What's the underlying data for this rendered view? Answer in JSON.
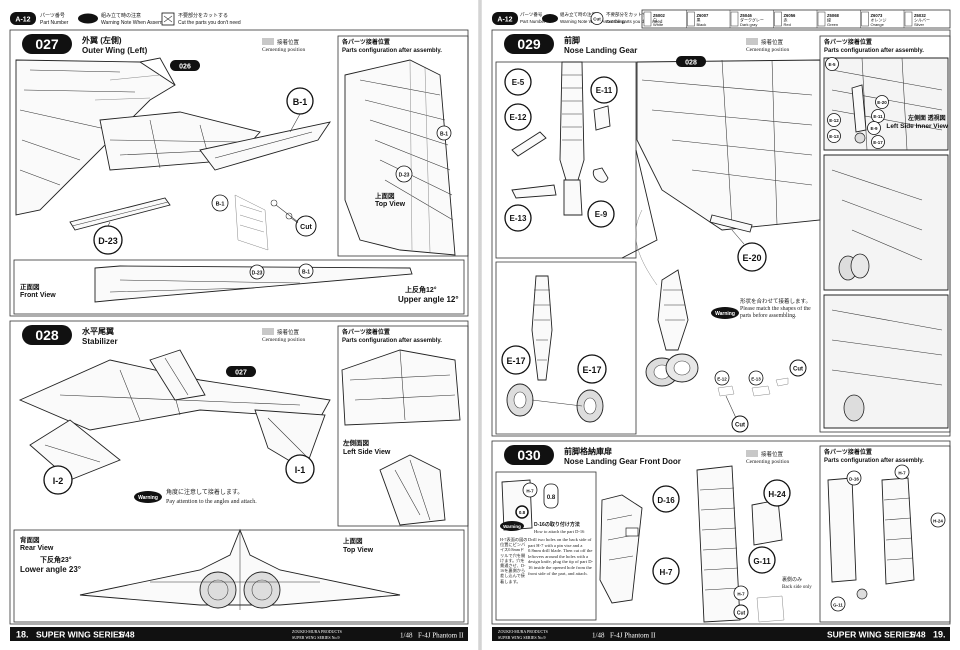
{
  "header_left": {
    "step_ref": "A-12",
    "legend": [
      {
        "jp": "パーツ番号",
        "en": "Part Number"
      },
      {
        "jp": "組み立て時の注意",
        "en": "Warning Note When Assembling"
      },
      {
        "jp": "不要部分をカットする",
        "en": "Cut the parts you don't need"
      }
    ]
  },
  "header_right": {
    "step_ref": "A-12",
    "legend": [
      {
        "jp": "パーツ番号",
        "en": "Part Number"
      },
      {
        "jp": "組み立て時の注意",
        "en": "Warning Note When Assembling"
      },
      {
        "jp": "不要部分をカットする",
        "en": "Cut the parts you don't need"
      }
    ],
    "icon_label": "Cut",
    "paint_chart": [
      {
        "code": "Z6002",
        "jp": "白",
        "en": "White"
      },
      {
        "code": "Z6007",
        "jp": "黒",
        "en": "Black"
      },
      {
        "code": "Z6046",
        "jp": "ダークグレー",
        "en": "Dark gray"
      },
      {
        "code": "Z6056",
        "jp": "赤",
        "en": "Red"
      },
      {
        "code": "Z6068",
        "jp": "緑",
        "en": "Green"
      },
      {
        "code": "Z6073",
        "jp": "オレンジ",
        "en": "Orange"
      },
      {
        "code": "Z6032",
        "jp": "シルバー",
        "en": "Silver"
      }
    ]
  },
  "common": {
    "cementing_jp": "接着位置",
    "cementing_en": "Cementing position",
    "config_jp": "各パーツ接着位置",
    "config_en": "Parts configuration after assembly.",
    "cut_label": "Cut",
    "warning_label": "Warning"
  },
  "step027": {
    "number": "027",
    "title_jp": "外翼 (左側)",
    "title_en": "Outer Wing (Left)",
    "ref_tag": "026",
    "parts": [
      "B-1",
      "D-23",
      "B-1",
      "D-23",
      "B-1"
    ],
    "top_view_jp": "上面図",
    "top_view_en": "Top View",
    "front_view_jp": "正面図",
    "front_view_en": "Front View",
    "angle_jp": "上反角12°",
    "angle_en": "Upper angle 12°"
  },
  "step028": {
    "number": "028",
    "title_jp": "水平尾翼",
    "title_en": "Stabilizer",
    "ref_tag": "027",
    "parts": [
      "I-1",
      "I-2"
    ],
    "side_view_jp": "左側面図",
    "side_view_en": "Left Side View",
    "warning_jp": "角度に注意して接着します。",
    "warning_en": "Pay attention to the angles and attach.",
    "rear_view_jp": "背面図",
    "rear_view_en": "Rear View",
    "lower_jp": "下反角23°",
    "lower_en": "Lower angle 23°",
    "top_view_jp": "上面図",
    "top_view_en": "Top View"
  },
  "step029": {
    "number": "029",
    "title_jp": "前脚",
    "title_en": "Nose Landing Gear",
    "ref_tag": "028",
    "parts": [
      "E-5",
      "E-11",
      "E-12",
      "E-13",
      "E-9",
      "E-17",
      "E-17",
      "E-20",
      "E-12",
      "E-13"
    ],
    "warning_jp": "形状を合わせて接着します。",
    "warning_en": "Please match the shapes of the parts before assembling.",
    "inner_jp": "左側面 透視図",
    "inner_en": "Left Side Inner View",
    "detail_parts": [
      "E-5",
      "E-20",
      "E-11",
      "E-12",
      "E-9",
      "E-13",
      "E-17"
    ]
  },
  "step030": {
    "number": "030",
    "title_jp": "前脚格納庫扉",
    "title_en": "Nose Landing Gear Front Door",
    "parts": [
      "H-7",
      "D-16",
      "H-7",
      "H-24",
      "G-11",
      "H-7",
      "D-16",
      "H-7",
      "H-24",
      "G-11"
    ],
    "drill_size": "0.8",
    "drill_jp": "D-16の取り付け方法",
    "drill_en": "How to attach the part D-16",
    "drill_label": "0.8mm",
    "note_jp": "H-7表面の図の位置にピンバイス0.8mmドリルで穴を開けます。穴を貫通させ、D-16を裏側から差し込んで接着します。",
    "note_en": "Drill two holes on the back side of part H-7 with a pin vise and a 0.8mm drill blade. Then cut off the leftovers around the holes with a design knife, plug the tip of part D-16 inside the opened hole from the front side of the part, and attach.",
    "back_side_jp": "裏側のみ",
    "back_side_en": "Back side only"
  },
  "footer_left": {
    "page_number": "18.",
    "series": "SUPER WING SERIES",
    "scale": "1/48",
    "maker_line1": "ZOUKEI-MURA PRODUCTS",
    "maker_line2": "SUPER WING SERIES No.9",
    "kit_name": "F-4J Phantom II"
  },
  "footer_right": {
    "page_number": "19.",
    "series": "SUPER WING SERIES",
    "scale": "1/48",
    "maker_line1": "ZOUKEI-MURA PRODUCTS",
    "maker_line2": "SUPER WING SERIES No.9",
    "kit_name": "F-4J Phantom II"
  }
}
